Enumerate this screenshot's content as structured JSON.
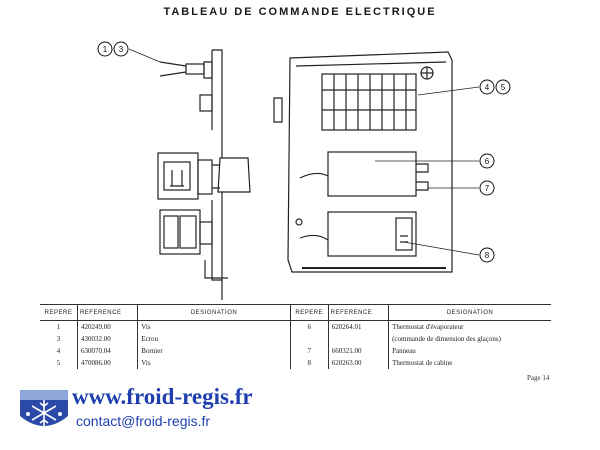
{
  "title": "TABLEAU DE COMMANDE ELECTRIQUE",
  "callouts": [
    "1",
    "3",
    "4",
    "5",
    "6",
    "7",
    "8"
  ],
  "table": {
    "headers": [
      "REPERE",
      "REFERENCE",
      "DESIGNATION",
      "REPERE",
      "REFERENCE",
      "DESIGNATION"
    ],
    "rows": [
      {
        "rep": "1",
        "ref": "420249.00",
        "des": "Vis",
        "rep2": "6",
        "ref2": "620264.01",
        "des2": "Thermostat d'évaporateur"
      },
      {
        "rep": "3",
        "ref": "430032.00",
        "des": "Ecrou",
        "rep2": "",
        "ref2": "",
        "des2": "(commande de dimension des glaçons)"
      },
      {
        "rep": "4",
        "ref": "630070.04",
        "des": "Bornier",
        "rep2": "7",
        "ref2": "660321.00",
        "des2": "Panneau"
      },
      {
        "rep": "5",
        "ref": "470086.00",
        "des": "Vis",
        "rep2": "8",
        "ref2": "620263.00",
        "des2": "Thermostat de cabine"
      }
    ]
  },
  "page": "Page 14",
  "website": "www.froid-regis.fr",
  "email": "contact@froid-regis.fr",
  "colors": {
    "brand": "#1f3fb0",
    "ink": "#222222"
  }
}
